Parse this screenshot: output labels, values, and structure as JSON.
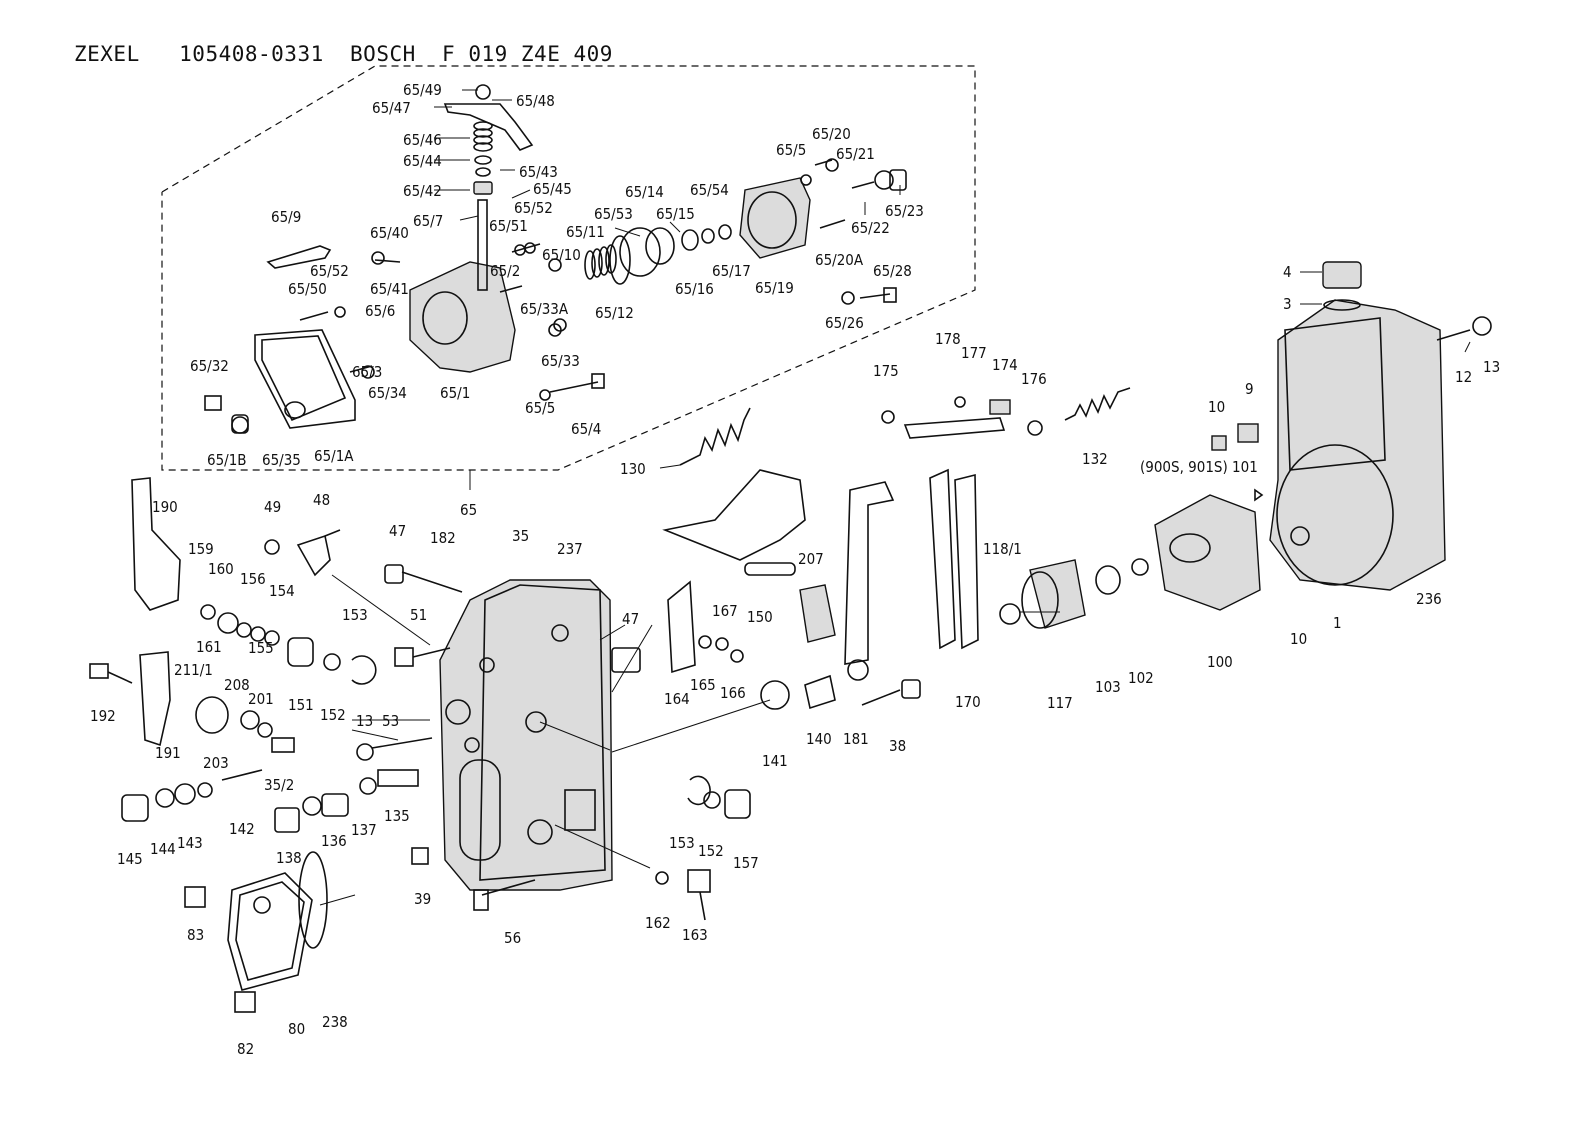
{
  "header": {
    "brand1": "ZEXEL",
    "part_no": "105408-0331",
    "brand2": "BOSCH",
    "bosch_no": "F 019 Z4E 409"
  },
  "callouts": {
    "c6549": "65/49",
    "c6548": "65/48",
    "c6547": "65/47",
    "c6546": "65/46",
    "c6544": "65/44",
    "c6543": "65/43",
    "c6545": "65/45",
    "c6542": "65/42",
    "c657": "65/7",
    "c6552a": "65/52",
    "c6551": "65/51",
    "c6553": "65/53",
    "c6514": "65/14",
    "c6511": "65/11",
    "c6515": "65/15",
    "c6554": "65/54",
    "c6510": "65/10",
    "c6516": "65/16",
    "c6517": "65/17",
    "c6512": "65/12",
    "c655a": "65/5",
    "c6520": "65/20",
    "c6521": "65/21",
    "c6522": "65/22",
    "c6523": "65/23",
    "c6519": "65/19",
    "c6520a": "65/20A",
    "c6528": "65/28",
    "c6526": "65/26",
    "c659": "65/9",
    "c6540": "65/40",
    "c6541": "65/41",
    "c6552b": "65/52",
    "c6550": "65/50",
    "c652": "65/2",
    "c656": "65/6",
    "c6533a": "65/33A",
    "c6533": "65/33",
    "c6532": "65/32",
    "c653": "65/3",
    "c6534": "65/34",
    "c651": "65/1",
    "c651b": "65/1B",
    "c6535": "65/35",
    "c651a": "65/1A",
    "c655b": "65/5",
    "c654": "65/4",
    "c65": "65",
    "c4": "4",
    "c3": "3",
    "c12": "12",
    "c13a": "13",
    "c9": "9",
    "c10a": "10",
    "c101note": "(900S, 901S) 101",
    "c236": "236",
    "c1": "1",
    "c10b": "10",
    "c178": "178",
    "c177": "177",
    "c174": "174",
    "c176": "176",
    "c175": "175",
    "c132": "132",
    "c130": "130",
    "c190": "190",
    "c159": "159",
    "c49": "49",
    "c48": "48",
    "c47a": "47",
    "c182": "182",
    "c35": "35",
    "c237": "237",
    "c160": "160",
    "c156": "156",
    "c154": "154",
    "c153a": "153",
    "c161": "161",
    "c155": "155",
    "c151": "151",
    "c152a": "152",
    "c51": "51",
    "c47b": "47",
    "c150": "150",
    "c207": "207",
    "c167": "167",
    "c118": "118/1",
    "c192": "192",
    "c2111": "211/1",
    "c208": "208",
    "c201": "201",
    "c191": "191",
    "c203": "203",
    "c13b": "13",
    "c53": "53",
    "c164": "164",
    "c165": "165",
    "c166": "166",
    "c141": "141",
    "c140": "140",
    "c181": "181",
    "c38": "38",
    "c170": "170",
    "c117": "117",
    "c103": "103",
    "c102": "102",
    "c100": "100",
    "c142": "142",
    "c352": "35/2",
    "c135": "135",
    "c145": "145",
    "c144": "144",
    "c143": "143",
    "c138": "138",
    "c136": "136",
    "c137": "137",
    "c153b": "153",
    "c152b": "152",
    "c157": "157",
    "c39": "39",
    "c83": "83",
    "c56": "56",
    "c162": "162",
    "c163": "163",
    "c80": "80",
    "c238": "238",
    "c82": "82"
  }
}
